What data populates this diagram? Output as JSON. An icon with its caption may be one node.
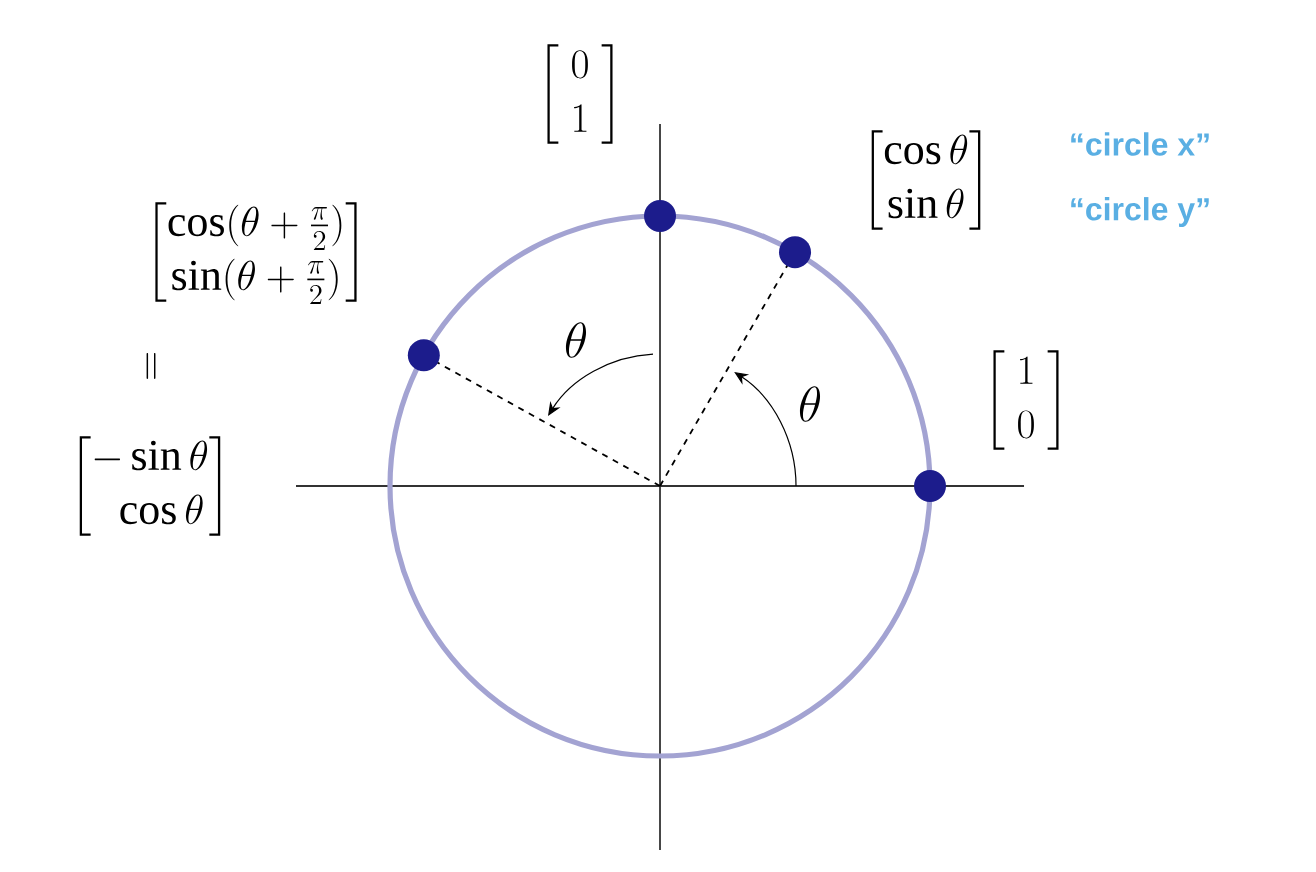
{
  "diagram": {
    "labels": [
      "\\begin{bmatrix}\\;0\\;\\\\ \\;1\\;\\end{bmatrix}",
      "\\begin{bmatrix}\\cos\\theta\\\\ \\sin\\theta\\end{bmatrix}",
      "“circle x”",
      "“circle y”",
      "\\begin{bmatrix}\\cos(\\theta+\\frac{\\pi}{2})\\\\ \\sin(\\theta+\\frac{\\pi}{2})\\end{bmatrix}",
      "\\theta",
      "\\theta",
      "\\begin{bmatrix}\\;1\\;\\\\ \\;0\\;\\end{bmatrix}",
      "=",
      "\\begin{bmatrix}-\\sin\\theta\\\\ \\;\\;\\cos\\theta\\end{bmatrix}"
    ]
  }
}
